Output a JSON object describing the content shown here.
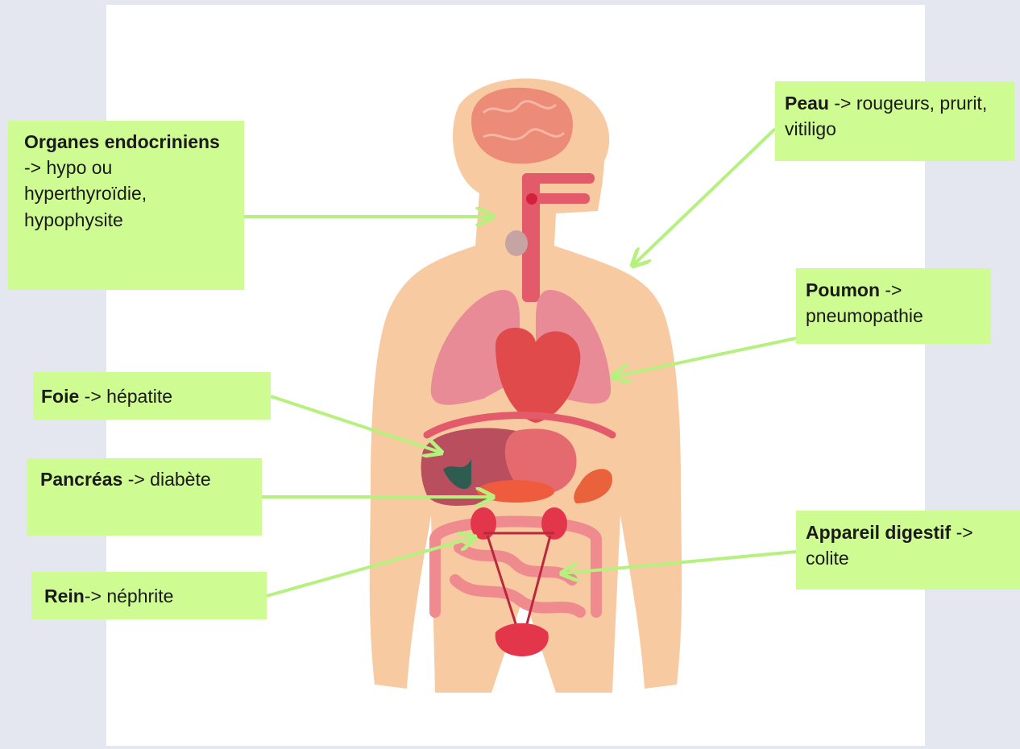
{
  "labels": {
    "endocrine": {
      "name": "Organes endocriniens",
      "text": " -> hypo ou hyperthyroïdie, hypophysite"
    },
    "peau": {
      "name": "Peau",
      "text": " -> rougeurs, prurit, vitiligo"
    },
    "poumon": {
      "name": "Poumon",
      "text": " -> pneumopathie"
    },
    "foie": {
      "name": "Foie",
      "text": " -> hépatite"
    },
    "pancreas": {
      "name": "Pancréas",
      "text": " -> diabète"
    },
    "rein": {
      "name": "Rein",
      "text": "-> néphrite"
    },
    "digestif": {
      "name": "Appareil digestif",
      "text": " -> colite"
    }
  },
  "colors": {
    "label_background": "#cffb93",
    "arrow": "#b6f07e",
    "skin": "#f8caa2",
    "lungs": "#e98a97",
    "heart": "#e04a4a",
    "brain": "#ec8b78",
    "liver": "#b84e5e",
    "gallbladder": "#2e5d4f"
  }
}
